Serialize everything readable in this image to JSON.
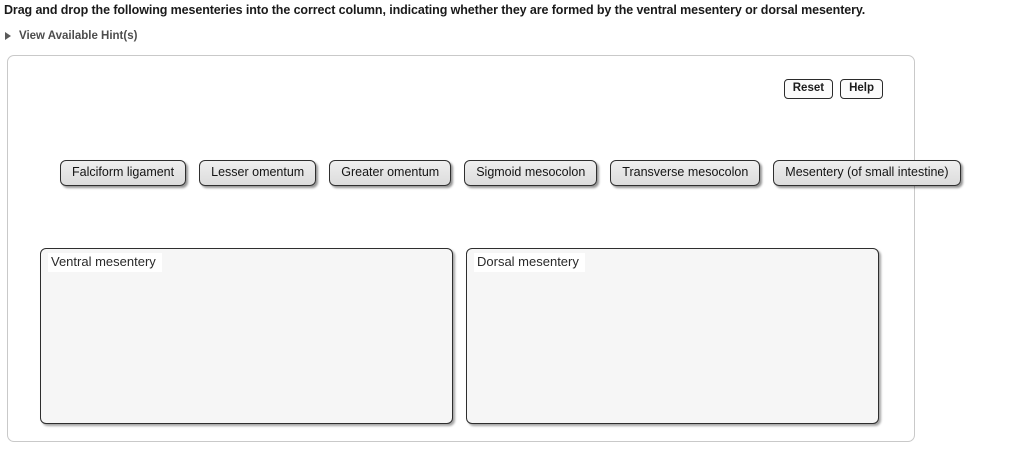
{
  "prompt": {
    "text": "Drag and drop the following mesenteries into the correct column, indicating whether they are formed by the ventral mesentery or dorsal mesentery."
  },
  "hint": {
    "label": "View Available Hint(s)",
    "icon": "triangle-right-icon",
    "expanded": false
  },
  "toolbar": {
    "reset_label": "Reset",
    "help_label": "Help"
  },
  "chips": [
    {
      "label": "Falciform ligament"
    },
    {
      "label": "Lesser omentum"
    },
    {
      "label": "Greater omentum"
    },
    {
      "label": "Sigmoid mesocolon"
    },
    {
      "label": "Transverse mesocolon"
    },
    {
      "label": "Mesentery (of small intestine)"
    }
  ],
  "dropzones": [
    {
      "label": "Ventral mesentery",
      "items": []
    },
    {
      "label": "Dorsal mesentery",
      "items": []
    }
  ],
  "colors": {
    "chip_fill": "#e6e6e6",
    "chip_border": "#2f2f2f",
    "dropzone_fill": "#f6f6f6",
    "dropzone_border": "#2e2e2e",
    "panel_border": "#c9c9c9",
    "text": "#1a1a1a",
    "hint_text": "#4d4d4d"
  }
}
